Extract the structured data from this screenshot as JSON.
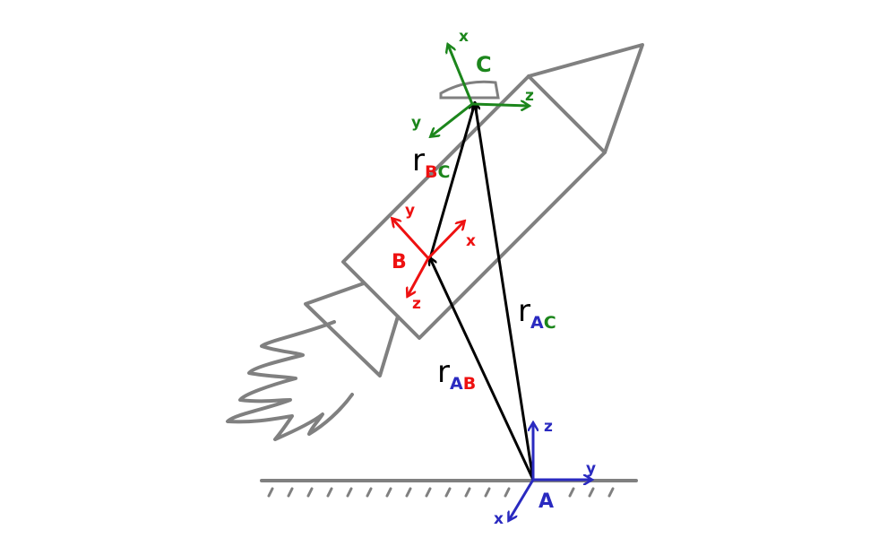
{
  "colors": {
    "outline": "#808080",
    "black": "#000000",
    "frame_a": "#2a2ac0",
    "frame_b": "#ee1111",
    "frame_c": "#1c861c"
  },
  "frames": {
    "a": {
      "name": "A",
      "axis_x": "x",
      "axis_y": "y",
      "axis_z": "z"
    },
    "b": {
      "name": "B",
      "axis_x": "x",
      "axis_y": "y",
      "axis_z": "z"
    },
    "c": {
      "name": "C",
      "axis_x": "x",
      "axis_y": "y",
      "axis_z": "z"
    }
  },
  "vectors": {
    "r_ab": {
      "symbol": "r",
      "sub_from": "A",
      "sub_to": "B"
    },
    "r_ac": {
      "symbol": "r",
      "sub_from": "A",
      "sub_to": "C"
    },
    "r_bc": {
      "symbol": "r",
      "sub_from": "B",
      "sub_to": "C"
    }
  }
}
